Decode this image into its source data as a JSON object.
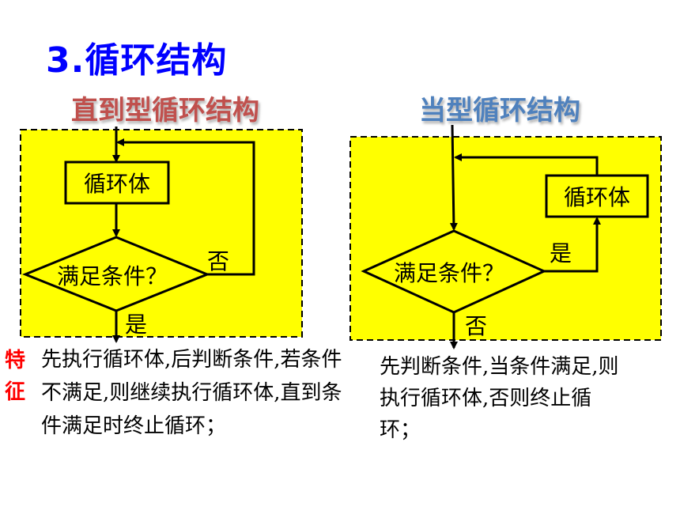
{
  "title": "3.循环结构",
  "left": {
    "heading": "直到型循环结构",
    "box_label": "循环体",
    "decision_label": "满足条件？",
    "no_label": "否",
    "yes_label": "是"
  },
  "right": {
    "heading": "当型循环结构",
    "box_label": "循环体",
    "decision_label": "满足条件？",
    "yes_label": "是",
    "no_label": "否"
  },
  "feature_label": "特征",
  "left_text": "先执行循环体,后判断条件,若条件不满足,则继续执行循环体,直到条件满足时终止循环；",
  "right_text": "先判断条件,当条件满足,则执行循环体,否则终止循环；",
  "colors": {
    "title": "#0000ff",
    "left_heading": "#c0504d",
    "right_heading": "#4f81bd",
    "panel_fill": "#ffff00",
    "feature": "#ff0000"
  }
}
